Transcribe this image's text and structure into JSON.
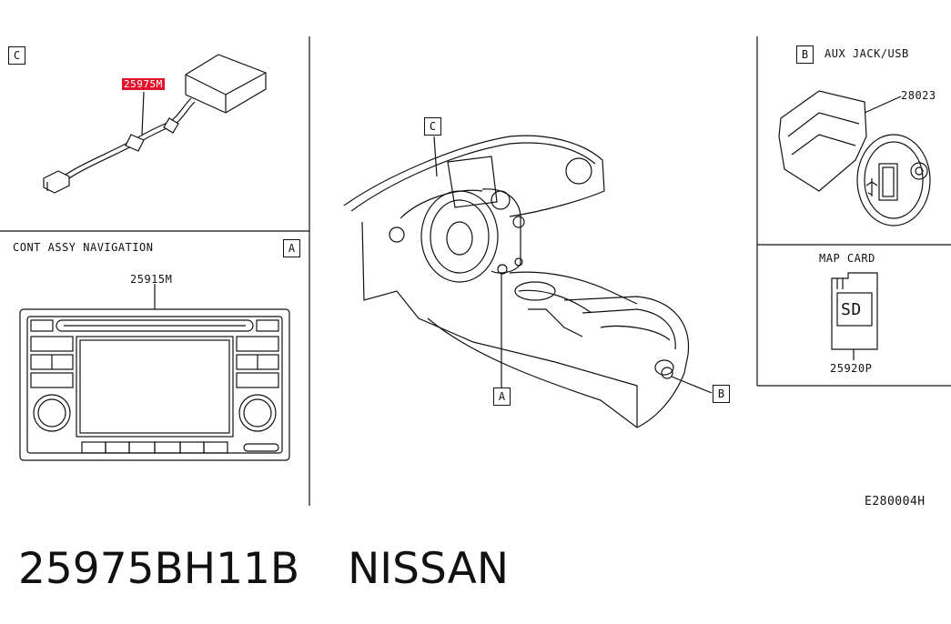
{
  "panels": {
    "c": {
      "callout": "C",
      "part": "25975M"
    },
    "a": {
      "callout": "A",
      "title": "CONT ASSY NAVIGATION",
      "part": "25915M"
    },
    "b": {
      "callout": "B",
      "title": "AUX JACK/USB",
      "part": "28023"
    },
    "map": {
      "title": "MAP CARD",
      "card_text": "SD",
      "part": "25920P"
    }
  },
  "main": {
    "callout_c": "C",
    "callout_a": "A",
    "callout_b": "B",
    "ref": "E280004H"
  },
  "footer": {
    "part_number": "25975BH11B",
    "brand": "NISSAN"
  }
}
